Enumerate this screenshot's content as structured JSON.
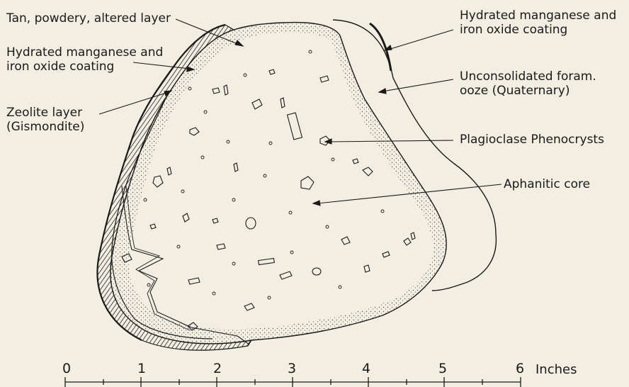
{
  "labels": {
    "altered_layer": "Tan, powdery, altered layer",
    "coating_left": [
      "Hydrated manganese and",
      "iron oxide coating"
    ],
    "zeolite": [
      "Zeolite layer",
      "(Gismondite)"
    ],
    "coating_right": [
      "Hydrated manganese and",
      "iron oxide coating"
    ],
    "ooze": [
      "Unconsolidated foram.",
      "ooze (Quaternary)"
    ],
    "phenocrysts": "Plagioclase Phenocrysts",
    "core": "Aphanitic core"
  },
  "scale": {
    "ticks": [
      "0",
      "1",
      "2",
      "3",
      "4",
      "5",
      "6"
    ],
    "unit": "Inches"
  },
  "colors": {
    "background": "#f2eee1",
    "ink": "#1a1a1a"
  }
}
